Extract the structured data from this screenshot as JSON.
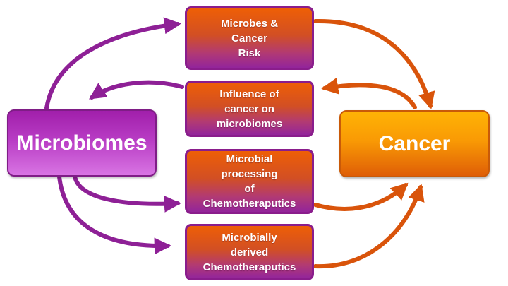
{
  "diagram": {
    "microbiomes": "Microbiomes",
    "cancer": "Cancer",
    "boxes": {
      "risk": "Microbes &\nCancer\nRisk",
      "influence": "Influence of\ncancer on\nmicrobiomes",
      "processing": "Microbial\nprocessing\nof\nChemotheraputics",
      "derived": "Microbially\nderived\nChemotheraputics"
    },
    "colors": {
      "purple_arrow": "#8e2096",
      "orange_arrow": "#d9540b",
      "purple_box": "#b83cc4",
      "orange_box": "#f99a05"
    }
  }
}
